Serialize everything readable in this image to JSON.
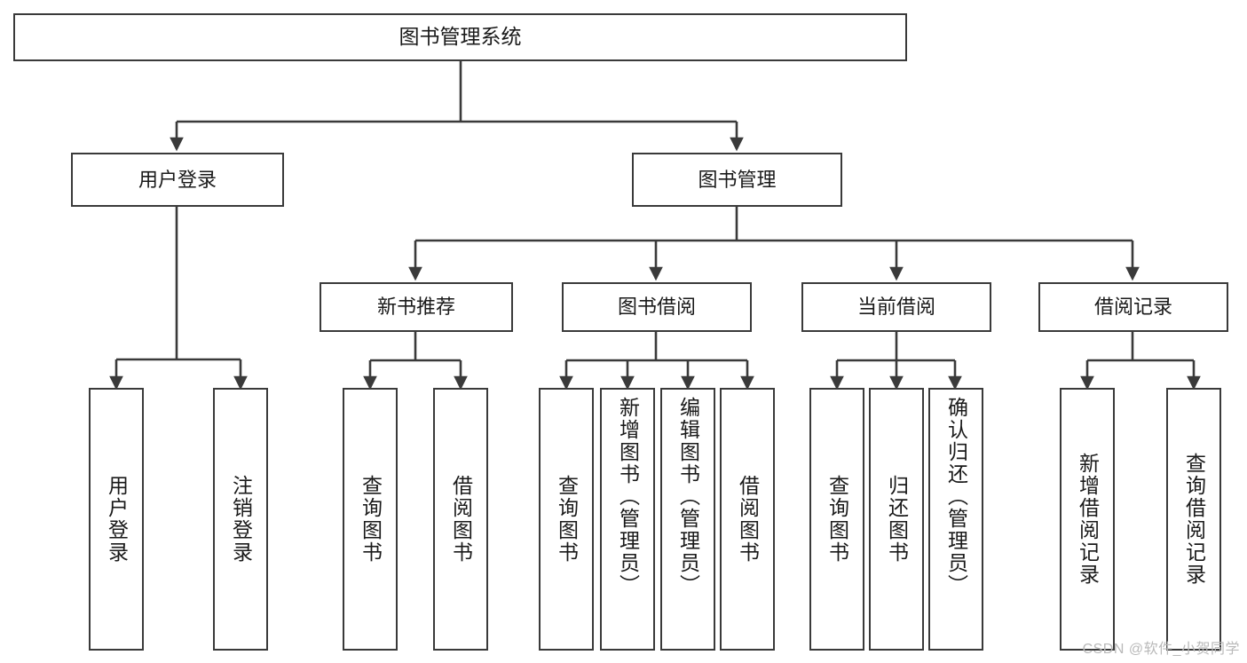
{
  "diagram": {
    "title": "图书管理系统",
    "type": "hierarchy-tree",
    "watermark": "CSDN @软件_小贺同学",
    "colors": {
      "stroke": "#3a3a3a",
      "fill": "#ffffff",
      "text": "#1a1a1a",
      "watermark": "#b9b9b9"
    },
    "nodes": {
      "root": {
        "label": "图书管理系统"
      },
      "level2": [
        {
          "label": "用户登录"
        },
        {
          "label": "图书管理"
        }
      ],
      "level3": [
        {
          "label": "新书推荐"
        },
        {
          "label": "图书借阅"
        },
        {
          "label": "当前借阅"
        },
        {
          "label": "借阅记录"
        }
      ],
      "leaves_user_login": [
        {
          "label": "用户登录"
        },
        {
          "label": "注销登录"
        }
      ],
      "leaves_new_book": [
        {
          "label": "查询图书"
        },
        {
          "label": "借阅图书"
        }
      ],
      "leaves_borrow": [
        {
          "label": "查询图书"
        },
        {
          "label": "新增图书（管理员）"
        },
        {
          "label": "编辑图书（管理员）"
        },
        {
          "label": "借阅图书"
        }
      ],
      "leaves_current": [
        {
          "label": "查询图书"
        },
        {
          "label": "归还图书"
        },
        {
          "label": "确认归还（管理员）"
        }
      ],
      "leaves_record": [
        {
          "label": "新增借阅记录"
        },
        {
          "label": "查询借阅记录"
        }
      ]
    }
  }
}
